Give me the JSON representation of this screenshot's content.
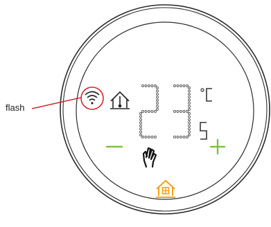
{
  "annotation": {
    "label": "flash"
  },
  "display": {
    "temperature_digits": [
      "2",
      "3"
    ],
    "temperature_unit": "°C",
    "unit_letter": "S"
  },
  "icons": {
    "wifi": "wifi-icon",
    "home_temp": "home-thermometer-icon",
    "hand": "hand-manual-icon",
    "minus": "minus-icon",
    "plus": "plus-icon",
    "home_mode": "home-mode-icon"
  },
  "colors": {
    "accent_red": "#d7262d",
    "accent_green": "#7ac142",
    "accent_orange": "#f2a01c",
    "ring": "#2a2a2a",
    "dots": "#555555"
  }
}
